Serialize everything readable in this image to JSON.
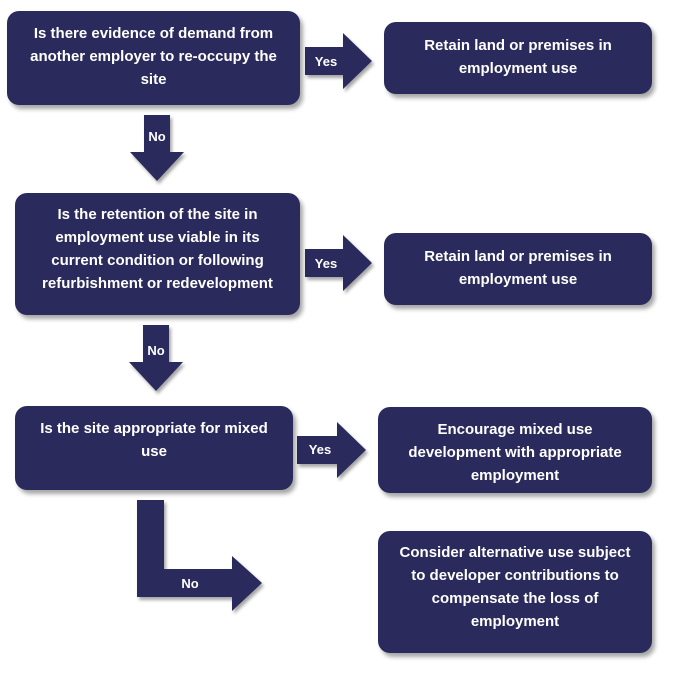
{
  "colors": {
    "box_fill": "#2b2a5c",
    "arrow_fill": "#2b2a5c",
    "text": "#ffffff",
    "background": "#ffffff"
  },
  "boxes": [
    {
      "id": "q1",
      "text": "Is there evidence of demand from another employer to re-occupy the site"
    },
    {
      "id": "r1",
      "text": "Retain land or premises in employment use"
    },
    {
      "id": "q2",
      "text": "Is the retention of the site in employment use viable in its current condition or following refurbishment or redevelopment"
    },
    {
      "id": "r2",
      "text": "Retain land or premises in employment use"
    },
    {
      "id": "q3",
      "text": "Is the site appropriate for mixed use"
    },
    {
      "id": "r3",
      "text": "Encourage mixed use development with appropriate employment"
    },
    {
      "id": "r4",
      "text": "Consider alternative use subject to developer contributions to compensate the loss of employment"
    }
  ],
  "arrows": {
    "yes_label": "Yes",
    "no_label": "No"
  }
}
